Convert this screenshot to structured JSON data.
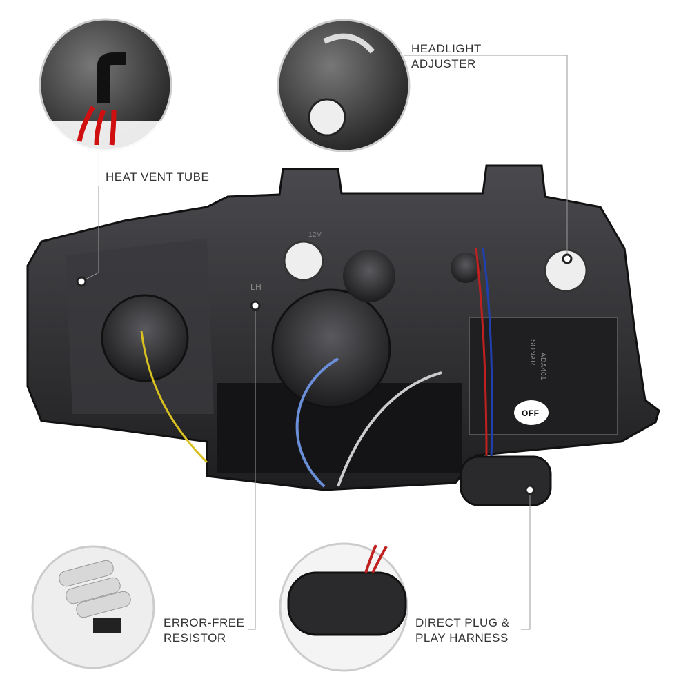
{
  "callouts": {
    "heat_vent": {
      "label": "HEAT VENT TUBE"
    },
    "adjuster": {
      "line1": "HEADLIGHT",
      "line2": "ADJUSTER"
    },
    "resistor": {
      "line1": "ERROR-FREE",
      "line2": "RESISTOR"
    },
    "harness": {
      "line1": "DIRECT PLUG &",
      "line2": "PLAY HARNESS"
    }
  },
  "part_markings": {
    "voltage": "12V",
    "side": "LH",
    "switch": "OFF",
    "brand": "SONAR",
    "model": "ADA401"
  },
  "colors": {
    "housing": "#2a2a2c",
    "leader": "#9a9a9a",
    "arrow": "#d01010"
  }
}
